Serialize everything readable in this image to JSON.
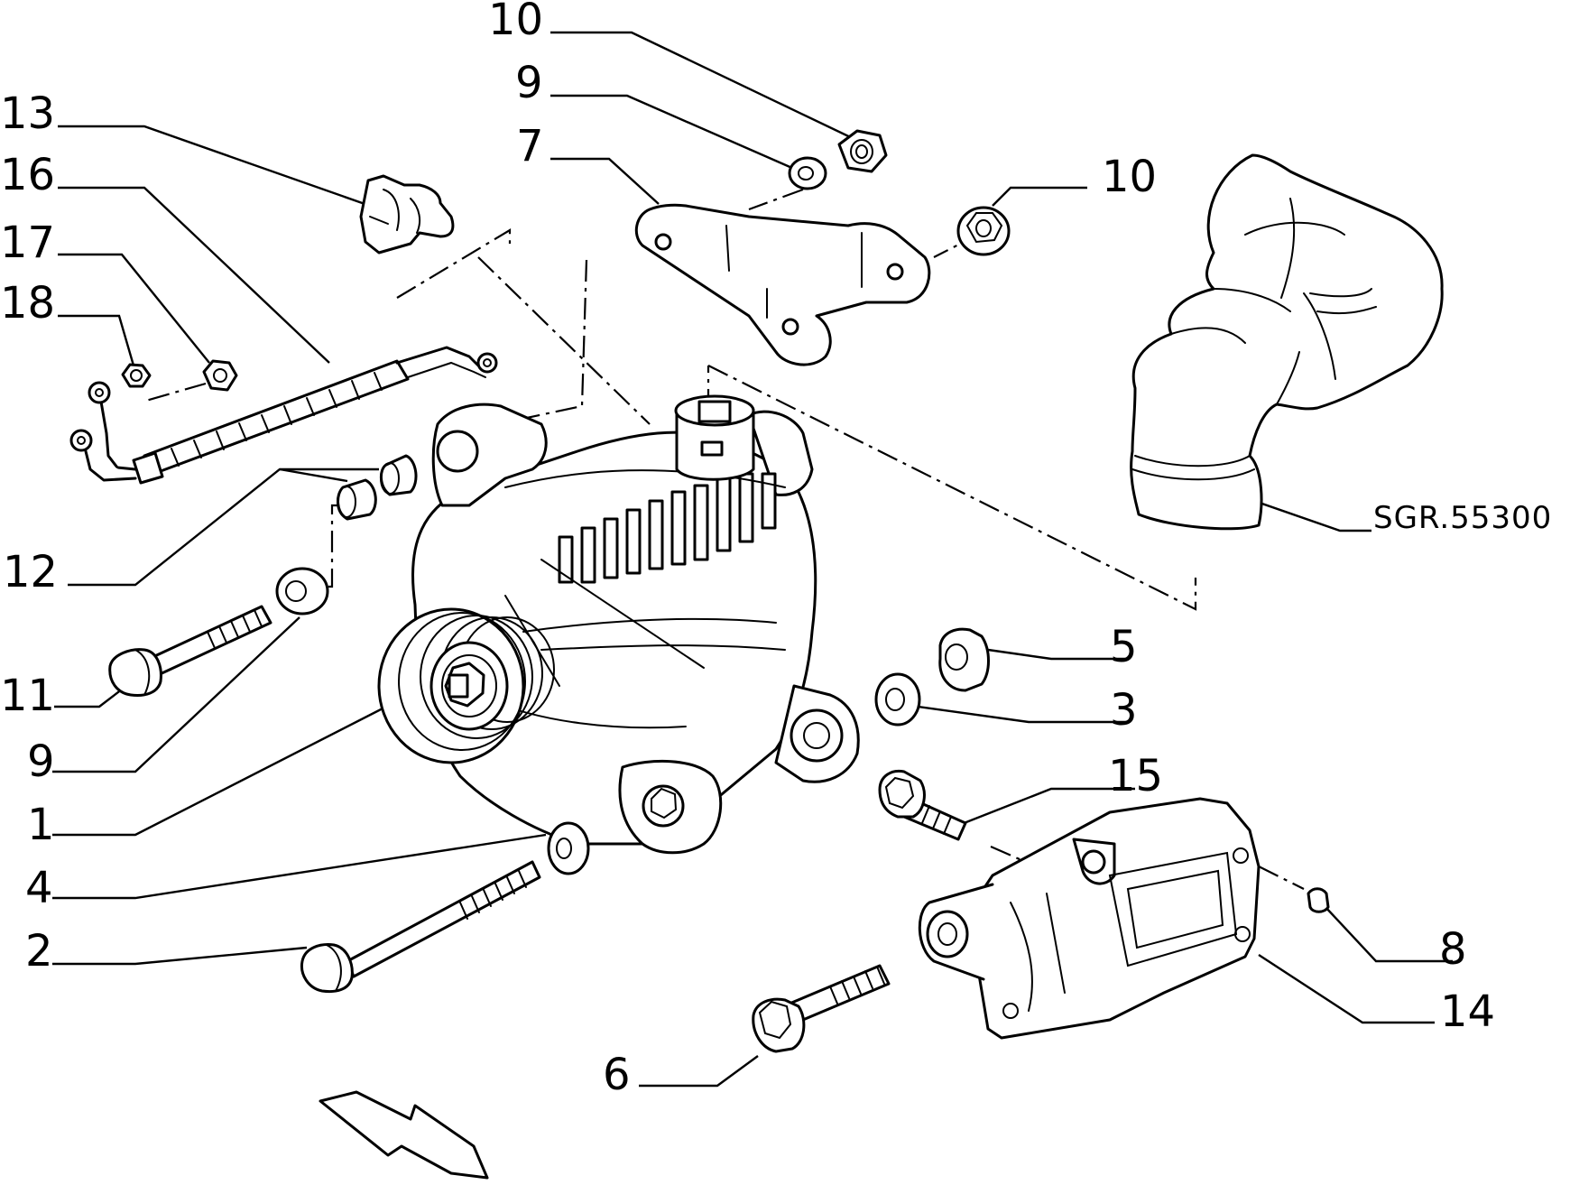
{
  "diagram": {
    "reference": "SGR.55300",
    "callouts": {
      "c10a": "10",
      "c9a": "9",
      "c7": "7",
      "c10b": "10",
      "c13": "13",
      "c16": "16",
      "c17": "17",
      "c18": "18",
      "c12": "12",
      "c11": "11",
      "c9b": "9",
      "c1": "1",
      "c4": "4",
      "c2": "2",
      "c5": "5",
      "c3": "3",
      "c15": "15",
      "c8": "8",
      "c14": "14",
      "c6": "6"
    }
  }
}
